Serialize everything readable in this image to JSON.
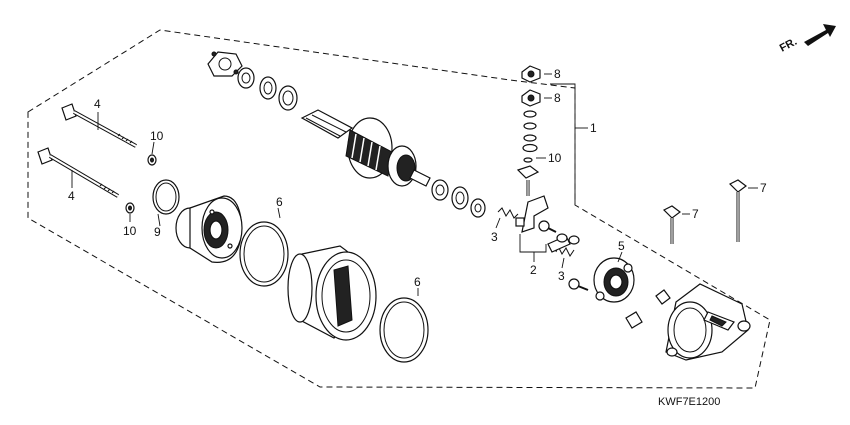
{
  "diagram": {
    "direction_label": "FR.",
    "diagram_code": "KWF7E1200",
    "callouts": {
      "c1": "1",
      "c2": "2",
      "c3a": "3",
      "c3b": "3",
      "c4a": "4",
      "c4b": "4",
      "c5": "5",
      "c6a": "6",
      "c6b": "6",
      "c7a": "7",
      "c7b": "7",
      "c8a": "8",
      "c8b": "8",
      "c9": "9",
      "c10a": "10",
      "c10b": "10",
      "c10c": "10"
    }
  }
}
